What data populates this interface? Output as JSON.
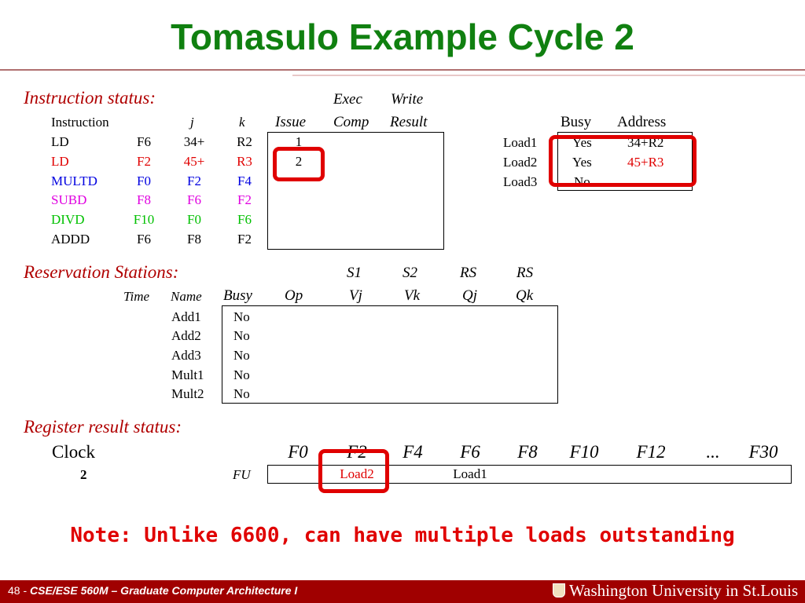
{
  "title": "Tomasulo Example Cycle 2",
  "instruction_status": {
    "label": "Instruction status:",
    "col_headers_top": [
      "Exec",
      "Write"
    ],
    "col_headers": [
      "Instruction",
      "j",
      "k",
      "Issue",
      "Comp",
      "Result"
    ],
    "rows": [
      {
        "op": "LD",
        "dest": "F6",
        "j": "34+",
        "k": "R2",
        "issue": "1"
      },
      {
        "op": "LD",
        "dest": "F2",
        "j": "45+",
        "k": "R3",
        "issue": "2"
      },
      {
        "op": "MULTD",
        "dest": "F0",
        "j": "F2",
        "k": "F4",
        "issue": ""
      },
      {
        "op": "SUBD",
        "dest": "F8",
        "j": "F6",
        "k": "F2",
        "issue": ""
      },
      {
        "op": "DIVD",
        "dest": "F10",
        "j": "F0",
        "k": "F6",
        "issue": ""
      },
      {
        "op": "ADDD",
        "dest": "F6",
        "j": "F8",
        "k": "F2",
        "issue": ""
      }
    ]
  },
  "load_buffers": {
    "col_headers": [
      "Busy",
      "Address"
    ],
    "rows": [
      {
        "name": "Load1",
        "busy": "Yes",
        "address": "34+R2"
      },
      {
        "name": "Load2",
        "busy": "Yes",
        "address": "45+R3"
      },
      {
        "name": "Load3",
        "busy": "No",
        "address": ""
      }
    ]
  },
  "reservation_stations": {
    "label": "Reservation Stations:",
    "col_headers_top": [
      "S1",
      "S2",
      "RS",
      "RS"
    ],
    "col_headers": [
      "Time",
      "Name",
      "Busy",
      "Op",
      "Vj",
      "Vk",
      "Qj",
      "Qk"
    ],
    "rows": [
      {
        "name": "Add1",
        "busy": "No"
      },
      {
        "name": "Add2",
        "busy": "No"
      },
      {
        "name": "Add3",
        "busy": "No"
      },
      {
        "name": "Mult1",
        "busy": "No"
      },
      {
        "name": "Mult2",
        "busy": "No"
      }
    ]
  },
  "register_status": {
    "label": "Register result status:",
    "clock_label": "Clock",
    "clock_value": "2",
    "fu_label": "FU",
    "registers": [
      "F0",
      "F2",
      "F4",
      "F6",
      "F8",
      "F10",
      "F12",
      "...",
      "F30"
    ],
    "fu_values": [
      "",
      "Load2",
      "",
      "Load1",
      "",
      "",
      "",
      "",
      ""
    ]
  },
  "note": "Note: Unlike 6600, can have multiple loads outstanding",
  "footer": {
    "page": "48 -",
    "course": "CSE/ESE 560M – Graduate Computer Architecture I",
    "logo": "Washington University in St.Louis"
  },
  "colors": {
    "title": "#108010",
    "section_label": "#b00000",
    "highlight": "#e00000",
    "footer_bg": "#a00000"
  }
}
